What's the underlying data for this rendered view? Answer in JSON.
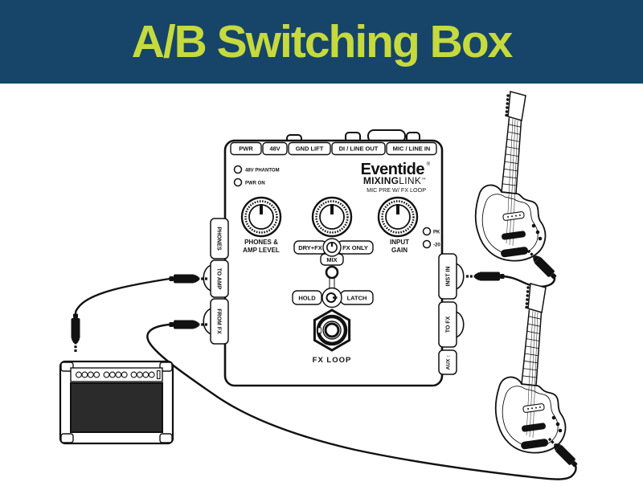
{
  "header": {
    "title": "A/B Switching Box",
    "bg_color": "#164569",
    "text_color": "#c6da3d"
  },
  "device": {
    "brand": "Eventide",
    "brand_reg": "®",
    "model_bold": "MIXING",
    "model_light": "LINK",
    "model_tm": "™",
    "subtitle": "MIC PRE W/ FX LOOP",
    "top_ports": [
      "PWR",
      "48V",
      "GND LIFT",
      "DI / LINE OUT",
      "MIC / LINE IN"
    ],
    "leds": {
      "phantom": "48V PHANTOM",
      "power": "PWR ON",
      "peak": "PK",
      "minus20": "-20"
    },
    "knobs": {
      "left": {
        "line1": "PHONES &",
        "line2": "AMP LEVEL"
      },
      "right": {
        "line1": "INPUT",
        "line2": "GAIN"
      }
    },
    "mix": {
      "left": "DRY+FX",
      "right": "FX ONLY",
      "center": "MIX"
    },
    "switch_labels": {
      "left": "HOLD",
      "right": "LATCH"
    },
    "footswitch": "FX LOOP",
    "left_jacks": [
      "PHONES",
      "TO AMP",
      "FROM FX"
    ],
    "right_jacks": [
      "INST IN",
      "TO FX",
      "AUX ↕"
    ]
  }
}
